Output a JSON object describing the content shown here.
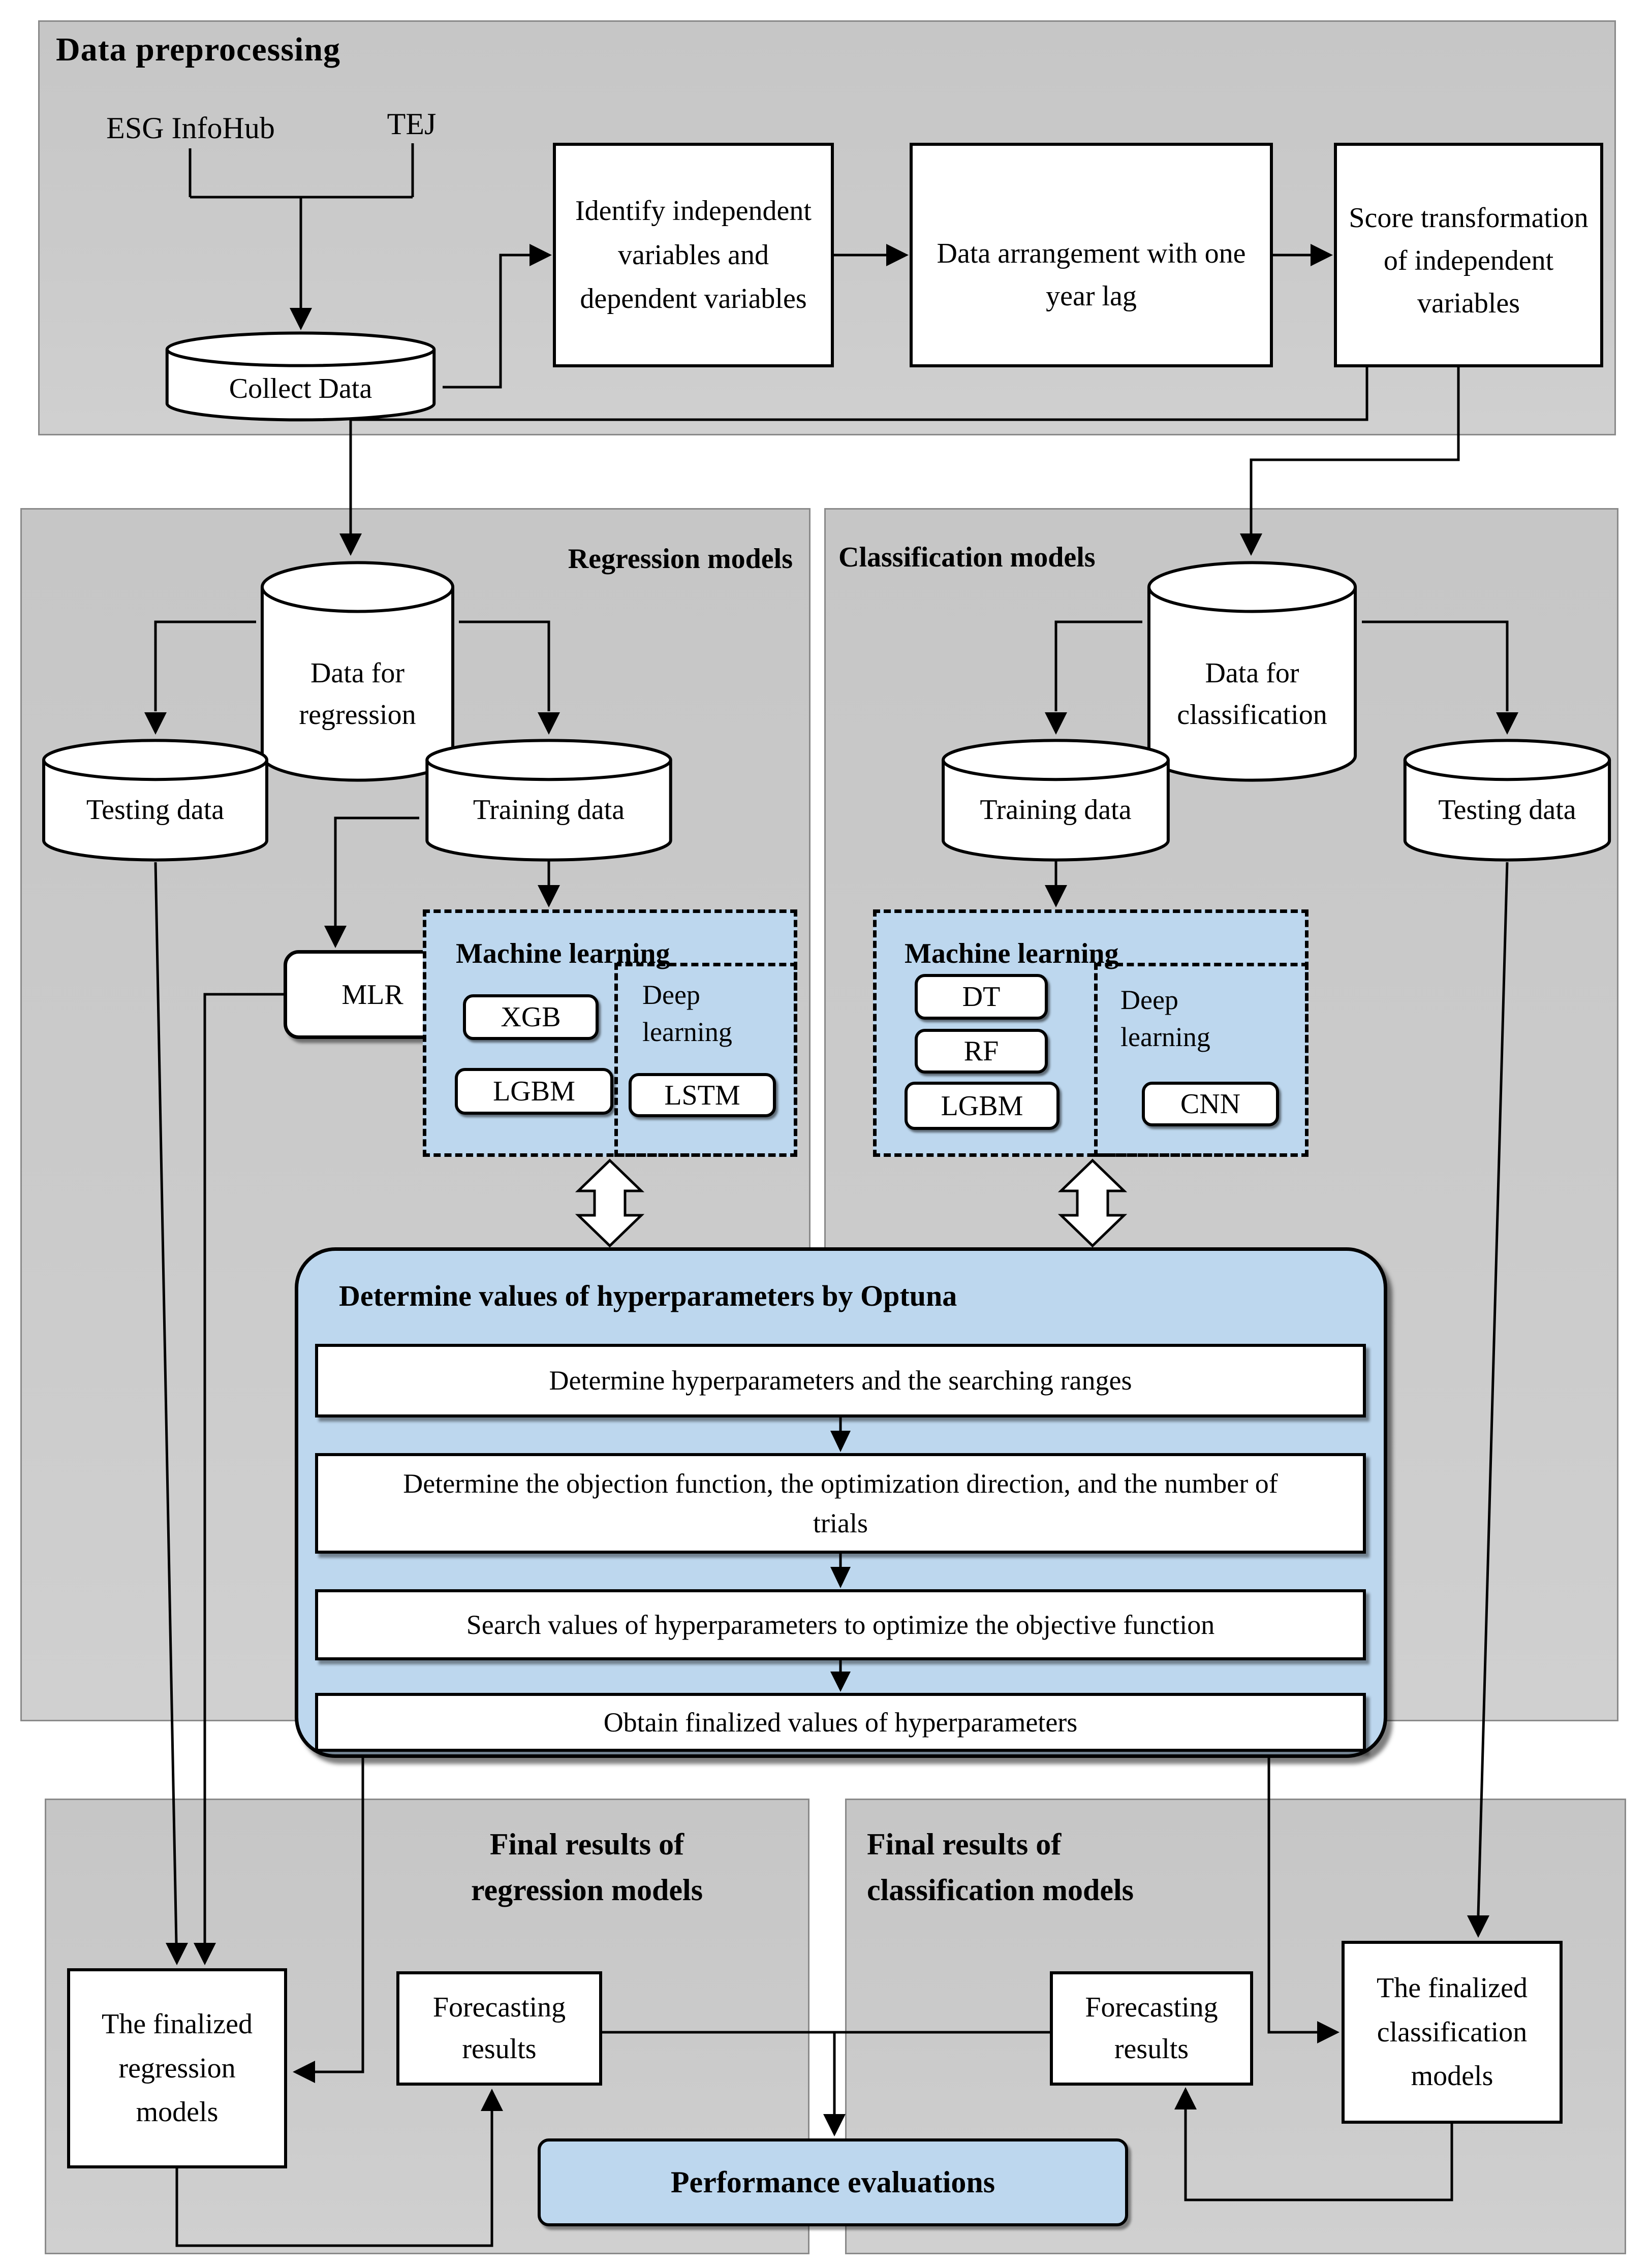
{
  "colors": {
    "panel_gray": "#c9c9c9",
    "accent_blue": "#bdd7ee",
    "line_black": "#000000"
  },
  "preprocessing": {
    "title": "Data preprocessing",
    "source_left": "ESG InfoHub",
    "source_right": "TEJ",
    "collect": "Collect Data",
    "step1": "Identify independent variables and dependent variables",
    "step2": "Data arrangement with one year lag",
    "step3": "Score transformation of independent variables"
  },
  "regression": {
    "title": "Regression models",
    "data_store": "Data for regression",
    "testing": "Testing data",
    "training": "Training data",
    "mlr": "MLR",
    "ml": {
      "title": "Machine learning",
      "models": [
        "XGB",
        "LGBM"
      ],
      "deep": {
        "title": "Deep learning",
        "models": [
          "LSTM"
        ]
      }
    }
  },
  "classification": {
    "title": "Classification models",
    "data_store": "Data for classification",
    "training": "Training data",
    "testing": "Testing data",
    "ml": {
      "title": "Machine learning",
      "models": [
        "DT",
        "RF",
        "LGBM"
      ],
      "deep": {
        "title": "Deep learning",
        "models": [
          "CNN"
        ]
      }
    }
  },
  "optuna": {
    "title": "Determine values of hyperparameters by Optuna",
    "steps": [
      "Determine hyperparameters and the searching ranges",
      "Determine the objection function, the optimization direction, and the number of trials",
      "Search values of hyperparameters to optimize the objective function",
      "Obtain finalized values of hyperparameters"
    ]
  },
  "final_regression": {
    "title": "Final results of regression models",
    "finalized": "The finalized regression models",
    "forecasting": "Forecasting results"
  },
  "final_classification": {
    "title": "Final results of classification models",
    "forecasting": "Forecasting results",
    "finalized": "The finalized classification models"
  },
  "performance": {
    "label": "Performance evaluations"
  }
}
